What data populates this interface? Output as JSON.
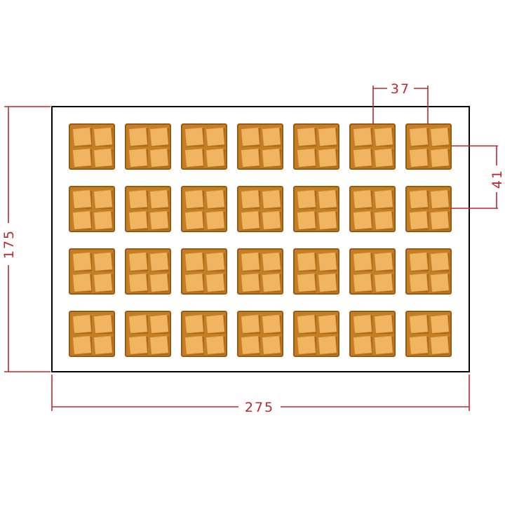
{
  "dimensions": {
    "width": "275",
    "height": "175",
    "column_pitch": "37",
    "row_pitch": "41"
  },
  "grid": {
    "rows": 4,
    "columns": 7,
    "subcells_per_cavity": 4
  },
  "colors": {
    "cavity_dark": "#9a5a10",
    "cavity_mid": "#c47f24",
    "cavity_light": "#f1b562",
    "dimension": "#c0282d",
    "outline": "#000000"
  }
}
